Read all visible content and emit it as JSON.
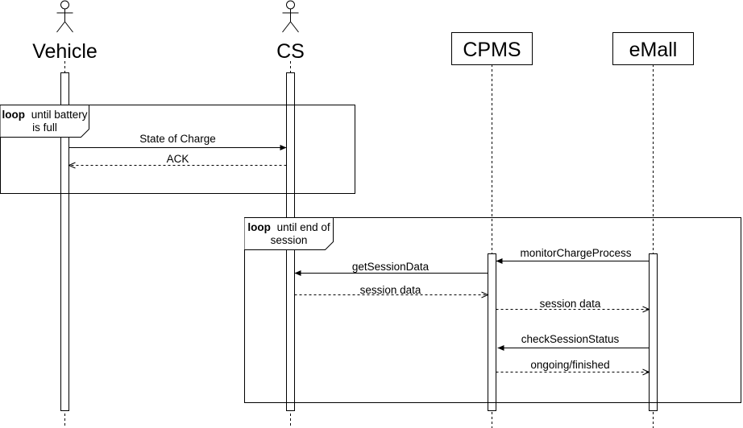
{
  "participants": {
    "vehicle": "Vehicle",
    "cs": "CS",
    "cpms": "CPMS",
    "emall": "eMall"
  },
  "loops": [
    {
      "keyword": "loop",
      "line1": "until battery",
      "line2": "is full"
    },
    {
      "keyword": "loop",
      "line1": "until end of",
      "line2": "session"
    }
  ],
  "messages": {
    "state_of_charge": "State of Charge",
    "ack": "ACK",
    "monitor_charge_process": "monitorChargeProcess",
    "get_session_data": "getSessionData",
    "session_data_cs": "session data",
    "session_data_cpms": "session data",
    "check_session_status": "checkSessionStatus",
    "ongoing_finished": "ongoing/finished"
  }
}
